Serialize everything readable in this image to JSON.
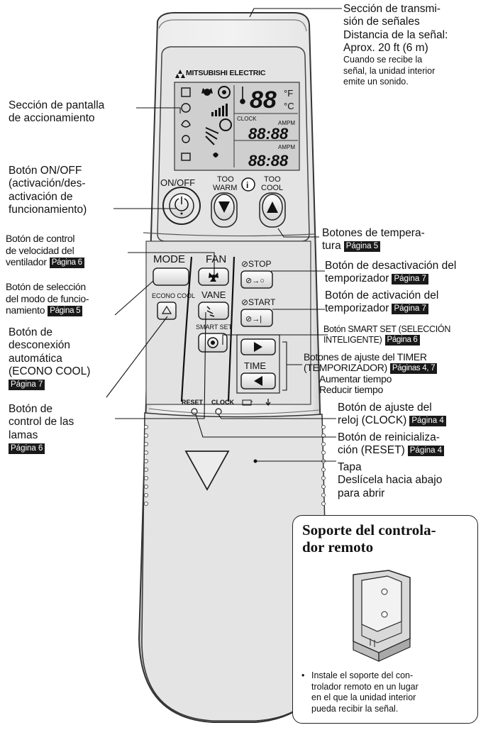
{
  "remote": {
    "brand": "MITSUBISHI ELECTRIC",
    "display": {
      "temperature": "88",
      "unit_f": "°F",
      "unit_c": "°C",
      "clock_label": "CLOCK",
      "clock_time": "88:88",
      "timer_time": "88:88",
      "ampm": "AMPM"
    },
    "buttons": {
      "on_off": "ON/OFF",
      "too_warm_line1": "TOO",
      "too_warm_line2": "WARM",
      "too_cool_line1": "TOO",
      "too_cool_line2": "COOL",
      "mode": "MODE",
      "fan": "FAN",
      "stop": "⊘STOP",
      "start": "⊘START",
      "econo_cool": "ECONO COOL",
      "vane": "VANE",
      "smart_set": "SMART SET",
      "time": "TIME",
      "reset": "RESET",
      "clock": "CLOCK"
    }
  },
  "callouts": {
    "transmission": {
      "lines": [
        "Sección de transmi-",
        "sión de señales",
        "Distancia de la señal:",
        "Aprox. 20 ft (6 m)"
      ],
      "note": [
        "Cuando se recibe la",
        "señal, la unidad interior",
        "emite un sonido."
      ]
    },
    "display_section": [
      "Sección de pantalla",
      "de accionamiento"
    ],
    "on_off": [
      "Botón ON/OFF",
      "(activación/des-",
      "activación de",
      "funcionamiento)"
    ],
    "temp_buttons": {
      "lines": [
        "Botones de tempera-",
        "tura"
      ],
      "page": "Página 5"
    },
    "fan_speed": {
      "lines": [
        "Botón de control",
        "de velocidad del",
        "ventilador"
      ],
      "page": "Página 6"
    },
    "timer_off": {
      "lines": [
        "Botón de desactivación del",
        "temporizador"
      ],
      "page": "Página 7"
    },
    "mode_select": {
      "lines": [
        "Botón de selección",
        "del modo de funcio-",
        "namiento"
      ],
      "page": "Página 5"
    },
    "timer_on": {
      "lines": [
        "Botón de activación del",
        "temporizador"
      ],
      "page": "Página 7"
    },
    "smart_set": {
      "lines": [
        "Botón SMART SET (SELECCIÓN",
        "INTELIGENTE)"
      ],
      "page": "Página 6"
    },
    "econo_cool": {
      "lines": [
        "Botón de",
        "desconexión",
        "automática",
        "(ECONO COOL)"
      ],
      "page": "Página 7"
    },
    "timer_set": {
      "lines": [
        "Botones de ajuste del TIMER",
        "(TEMPORIZADOR)"
      ],
      "page": "Páginas 4, 7",
      "extra": [
        "Aumentar tiempo",
        "Reducir tiempo"
      ]
    },
    "vane": {
      "lines": [
        "Botón de",
        "control de las",
        "lamas"
      ],
      "page": "Página 6"
    },
    "clock_set": {
      "lines": [
        "Botón de ajuste del",
        "reloj (CLOCK)"
      ],
      "page": "Página 4"
    },
    "reset": {
      "lines": [
        "Botón de reinicializa-",
        "ción (RESET)"
      ],
      "page": "Página 4"
    },
    "cover": [
      "Tapa",
      "Deslícela hacia abajo",
      "para abrir"
    ]
  },
  "holder": {
    "title": "Soporte del controla-dor remoto",
    "title_lines": [
      "Soporte del controla-",
      "dor remoto"
    ],
    "note": "Instale el soporte del controlador remoto en un lugar en el que la unidad interior pueda recibir la señal.",
    "note_lines": [
      "Instale el soporte del con-",
      "trolador remoto en un lugar",
      "en el que la unidad interior",
      "pueda recibir la señal."
    ]
  }
}
